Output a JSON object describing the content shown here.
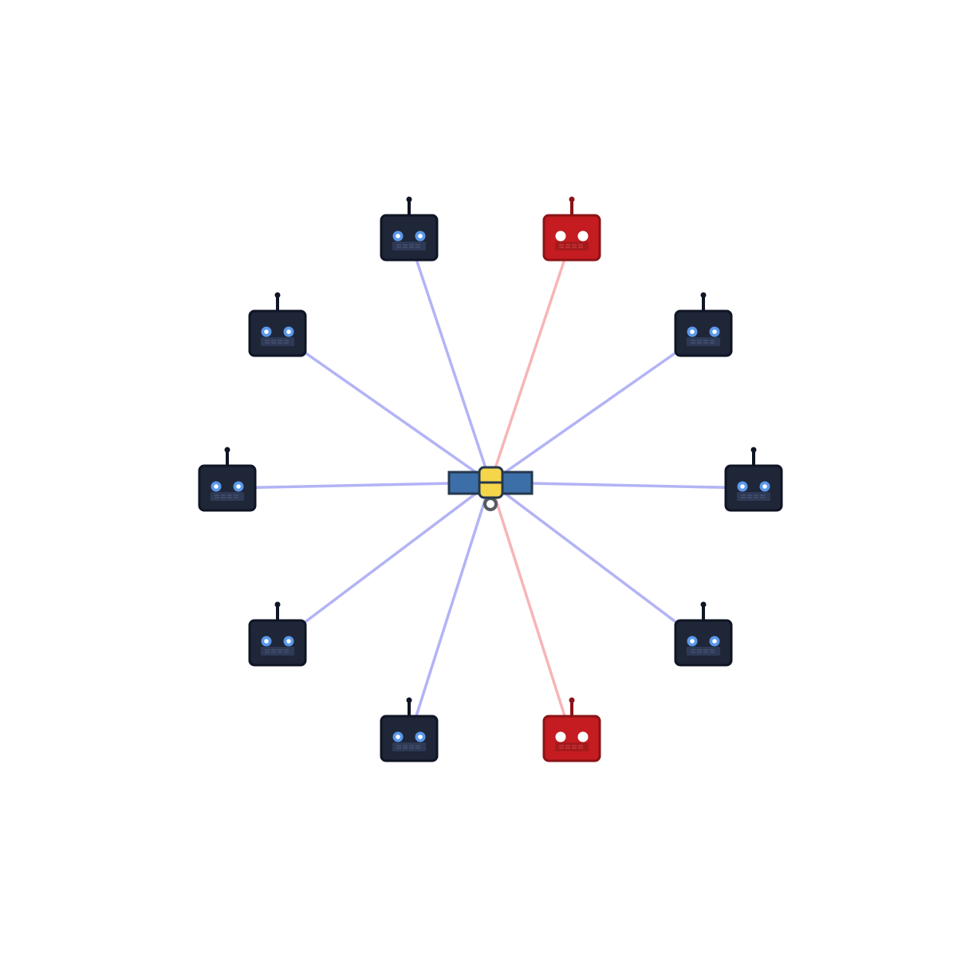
{
  "diagram": {
    "hub": {
      "icon": "satellite-icon",
      "colors": {
        "panel": "#3c6fa8",
        "panel_border": "#26384e",
        "body": "#f5d54a",
        "body_border": "#26384e",
        "dish": "#555a60"
      }
    },
    "node_icon": "robot-icon",
    "status_colors": {
      "normal": {
        "body": "#1f2638",
        "border": "#0f1524",
        "eye": "#5a98ea",
        "pupil": "#ffffff",
        "mouth": "#2e3a55",
        "mouth_lines": "#4d5a7a",
        "link": "#b3b3f6"
      },
      "alert": {
        "body": "#c41c20",
        "border": "#8b1418",
        "eye": "#ffffff",
        "pupil": "#ffffff",
        "mouth": "#a51a1d",
        "mouth_lines": "#d34448",
        "link": "#f7b5b8"
      }
    },
    "nodes": [
      {
        "id": "robot-1",
        "status": "alert"
      },
      {
        "id": "robot-2",
        "status": "normal"
      },
      {
        "id": "robot-3",
        "status": "normal"
      },
      {
        "id": "robot-4",
        "status": "normal"
      },
      {
        "id": "robot-5",
        "status": "alert"
      },
      {
        "id": "robot-6",
        "status": "normal"
      },
      {
        "id": "robot-7",
        "status": "normal"
      },
      {
        "id": "robot-8",
        "status": "normal"
      },
      {
        "id": "robot-9",
        "status": "normal"
      },
      {
        "id": "robot-10",
        "status": "normal"
      }
    ]
  }
}
